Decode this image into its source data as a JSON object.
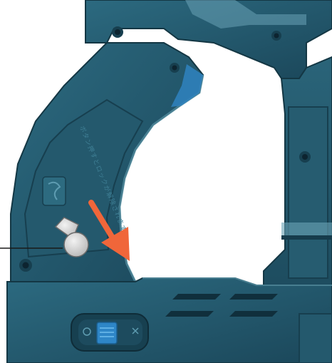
{
  "product_render": {
    "colors": {
      "body": "#1f4f63",
      "body_light": "#2f6f86",
      "body_dark": "#163c4c",
      "edge_highlight": "#5e9cb1",
      "slot_accent": "#3a8fc2",
      "switch_blue": "#2e86c7",
      "arrow": "#f0663a",
      "button_fill": "#d2d2d2",
      "callout_line": "#1a1a1a",
      "background": "#ffffff"
    },
    "embossed_text": "ボタン押すとロックが解除されます",
    "callout_target": "release-button",
    "arrow_direction": "down-right"
  }
}
